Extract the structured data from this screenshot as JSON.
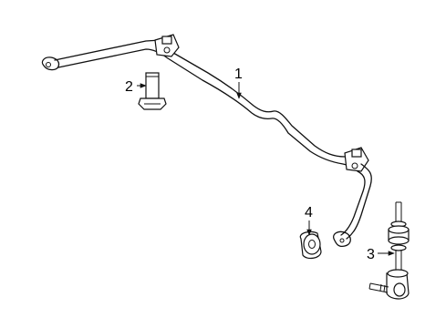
{
  "callouts": [
    {
      "label": "1",
      "part": "stabilizer-bar"
    },
    {
      "label": "2",
      "part": "bracket-bolt"
    },
    {
      "label": "3",
      "part": "stabilizer-link"
    },
    {
      "label": "4",
      "part": "bushing"
    }
  ]
}
